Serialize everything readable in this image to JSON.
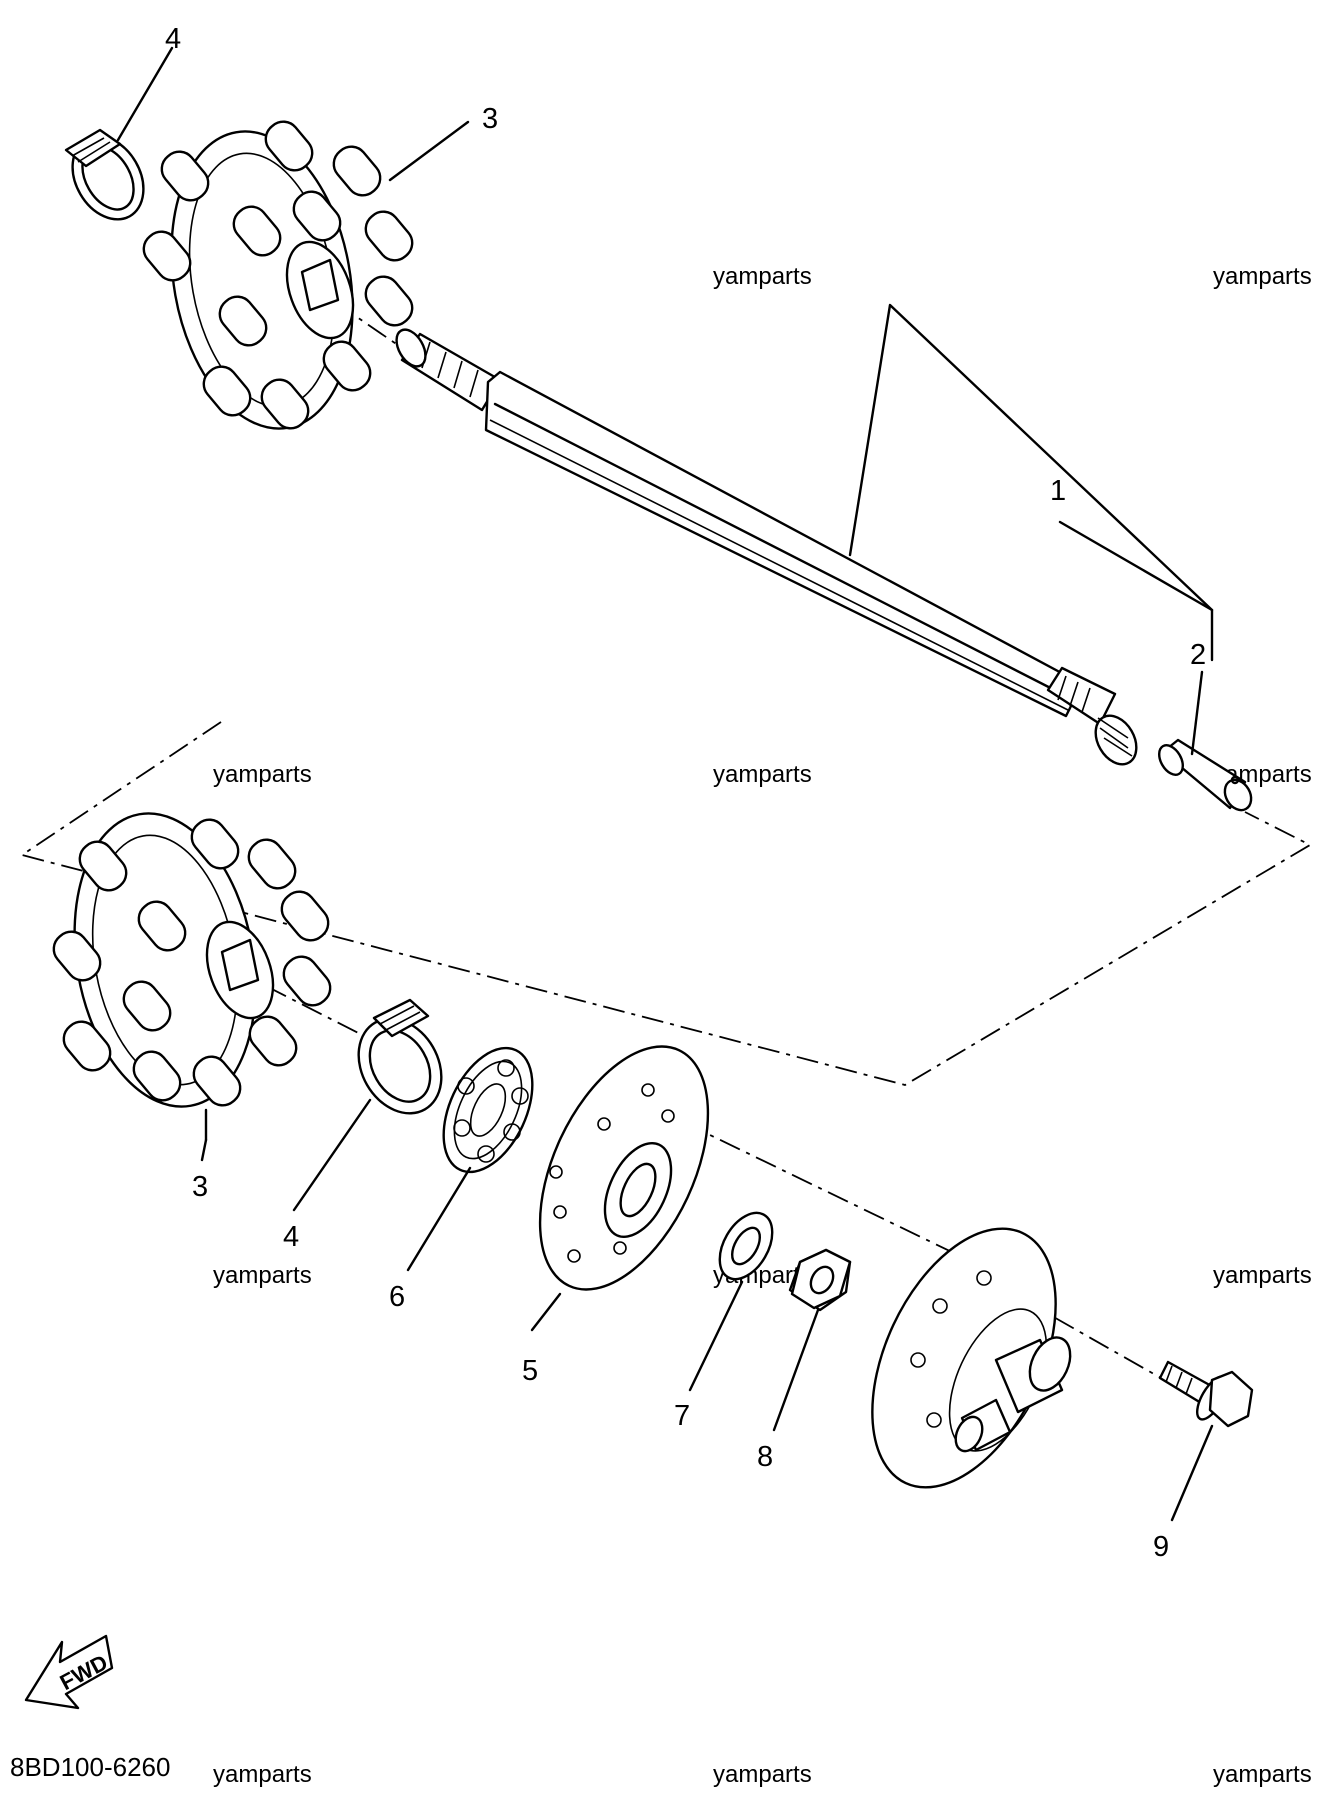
{
  "diagram_code": "8BD100-6260",
  "fwd_label": "FWD",
  "watermark": "yamparts",
  "callouts": {
    "c1": "1",
    "c2": "2",
    "c3a": "3",
    "c3b": "3",
    "c4a": "4",
    "c4b": "4",
    "c5": "5",
    "c6": "6",
    "c7": "7",
    "c8": "8",
    "c9": "9"
  }
}
